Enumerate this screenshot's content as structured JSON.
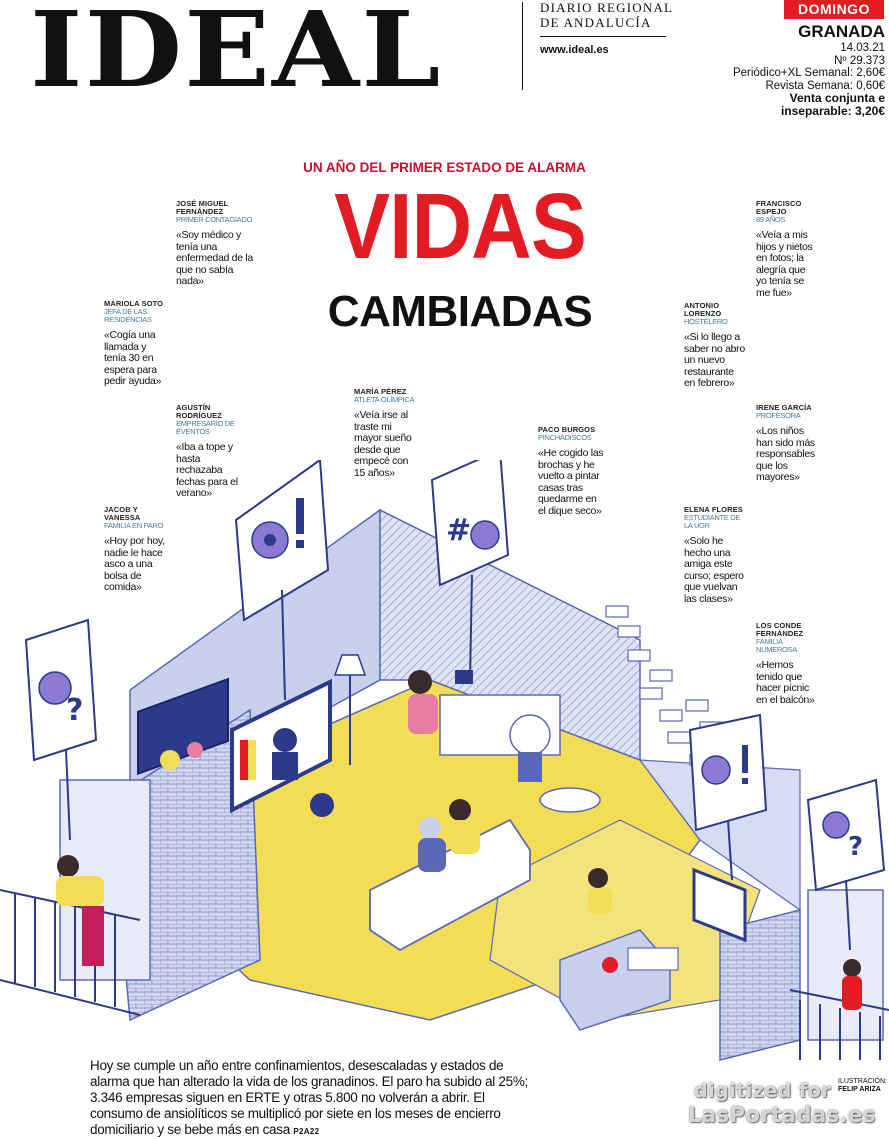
{
  "masthead": {
    "logo": "IDEAL",
    "subtitle_line1": "DIARIO REGIONAL",
    "subtitle_line2": "DE ANDALUCÍA",
    "website": "www.ideal.es",
    "day": "DOMINGO",
    "edition": "GRANADA",
    "date": "14.03.21",
    "issue": "Nº 29.373",
    "price_1": "Periódico+XL Semanal: 2,60€",
    "price_2": "Revista Semana: 0,60€",
    "price_3": "Venta conjunta e",
    "price_4": "inseparable: 3,20€"
  },
  "headline": {
    "kicker": "UN AÑO DEL PRIMER ESTADO DE ALARMA",
    "main": "VIDAS",
    "sub": "CAMBIADAS"
  },
  "quotes": [
    {
      "name": "José Miguel Fernández",
      "role": "Primer contagiado",
      "text": "«Soy médico y tenía una enfermedad de la que no sabía nada»"
    },
    {
      "name": "Mariola Soto",
      "role": "Jefa de las residencias",
      "text": "«Cogía una llamada y tenía 30 en espera para pedir ayuda»"
    },
    {
      "name": "Agustín Rodríguez",
      "role": "Empresario de eventos",
      "text": "«Iba a tope y hasta rechazaba fechas para el verano»"
    },
    {
      "name": "Jacob y Vanessa",
      "role": "Familia en paro",
      "text": "«Hoy por hoy, nadie le hace asco a una bolsa de comida»"
    },
    {
      "name": "María Pérez",
      "role": "Atleta olímpica",
      "text": "«Veía irse al traste mi mayor sueño desde que empecé con 15 años»"
    },
    {
      "name": "Paco Burgos",
      "role": "Pinchadiscos",
      "text": "«He cogido las brochas y he vuelto a pintar casas tras quedarme en el dique seco»"
    },
    {
      "name": "Francisco Espejo",
      "role": "89 años",
      "text": "«Veía a mis hijos y nietos en fotos; la alegría que yo tenía se me fue»"
    },
    {
      "name": "Antonio Lorenzo",
      "role": "Hostelero",
      "text": "«Si lo llego a saber no abro un nuevo restaurante en febrero»"
    },
    {
      "name": "Irene García",
      "role": "Profesora",
      "text": "«Los niños han sido más responsables que los mayores»"
    },
    {
      "name": "Elena Flores",
      "role": "Estudiante de la UGR",
      "text": "«Solo he hecho una amiga este curso; espero que vuelvan las clases»"
    },
    {
      "name": "Los Conde Fernández",
      "role": "Familia numerosa",
      "text": "«Hemos tenido que hacer pícnic en el balcón»"
    }
  ],
  "summary": {
    "text": "Hoy se cumple un año entre confinamientos, desescaladas y estados de alarma que han alterado la vida de los granadinos. El paro ha subido al 25%; 3.346 empresas siguen en ERTE y otras 5.800 no volverán a abrir. El consumo de ansiolíticos se multiplicó por siete en los meses de encierro domiciliario y se bebe más en casa",
    "page_ref": "P2A22"
  },
  "credit": {
    "label": "ILUSTRACIÓN:",
    "author": "FELIP ARIZA"
  },
  "watermark": {
    "line1": "digitized for",
    "line2": "LasPortadas.es"
  },
  "colors": {
    "accent_red": "#e31b23",
    "illustration_blue": "#5a68b8",
    "illustration_yellow": "#f2dd55"
  }
}
